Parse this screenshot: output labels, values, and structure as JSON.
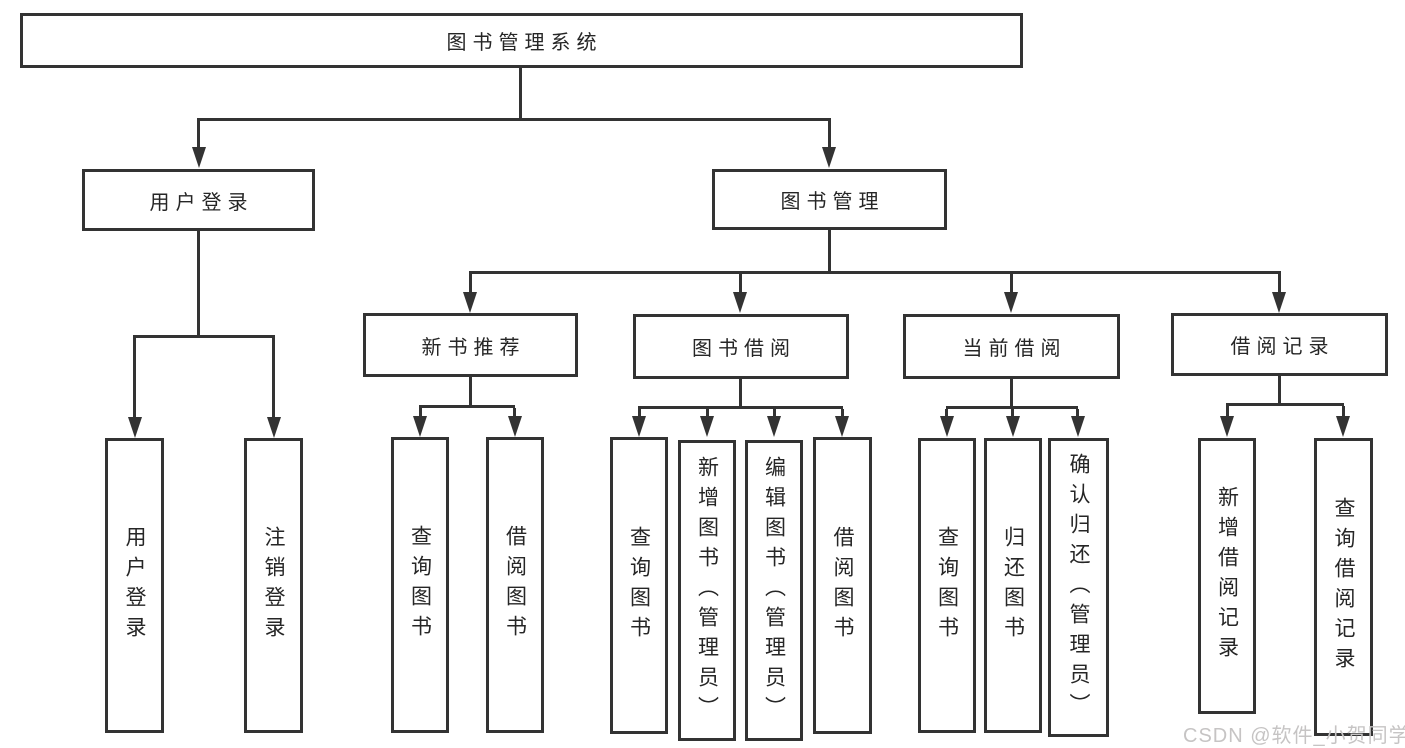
{
  "diagram": {
    "root": {
      "label": "图书管理系统"
    },
    "branches": {
      "user_login": {
        "label": "用户登录",
        "leaves": [
          {
            "label": "用户登录"
          },
          {
            "label": "注销登录"
          }
        ]
      },
      "book_mgmt": {
        "label": "图书管理",
        "groups": {
          "new_books": {
            "label": "新书推荐",
            "leaves": [
              {
                "label": "查询图书"
              },
              {
                "label": "借阅图书"
              }
            ]
          },
          "book_borrow": {
            "label": "图书借阅",
            "leaves": [
              {
                "label": "查询图书"
              },
              {
                "label": "新增图书（管理员）"
              },
              {
                "label": "编辑图书（管理员）"
              },
              {
                "label": "借阅图书"
              }
            ]
          },
          "current_borrow": {
            "label": "当前借阅",
            "leaves": [
              {
                "label": "查询图书"
              },
              {
                "label": "归还图书"
              },
              {
                "label": "确认归还（管理员）"
              }
            ]
          },
          "borrow_records": {
            "label": "借阅记录",
            "leaves": [
              {
                "label": "新增借阅记录"
              },
              {
                "label": "查询借阅记录"
              }
            ]
          }
        }
      }
    },
    "watermark": "CSDN @软件_小贺同学",
    "colors": {
      "line": "#333333",
      "text": "#262626",
      "background": "#ffffff",
      "watermark": "#c6c4c4"
    }
  }
}
